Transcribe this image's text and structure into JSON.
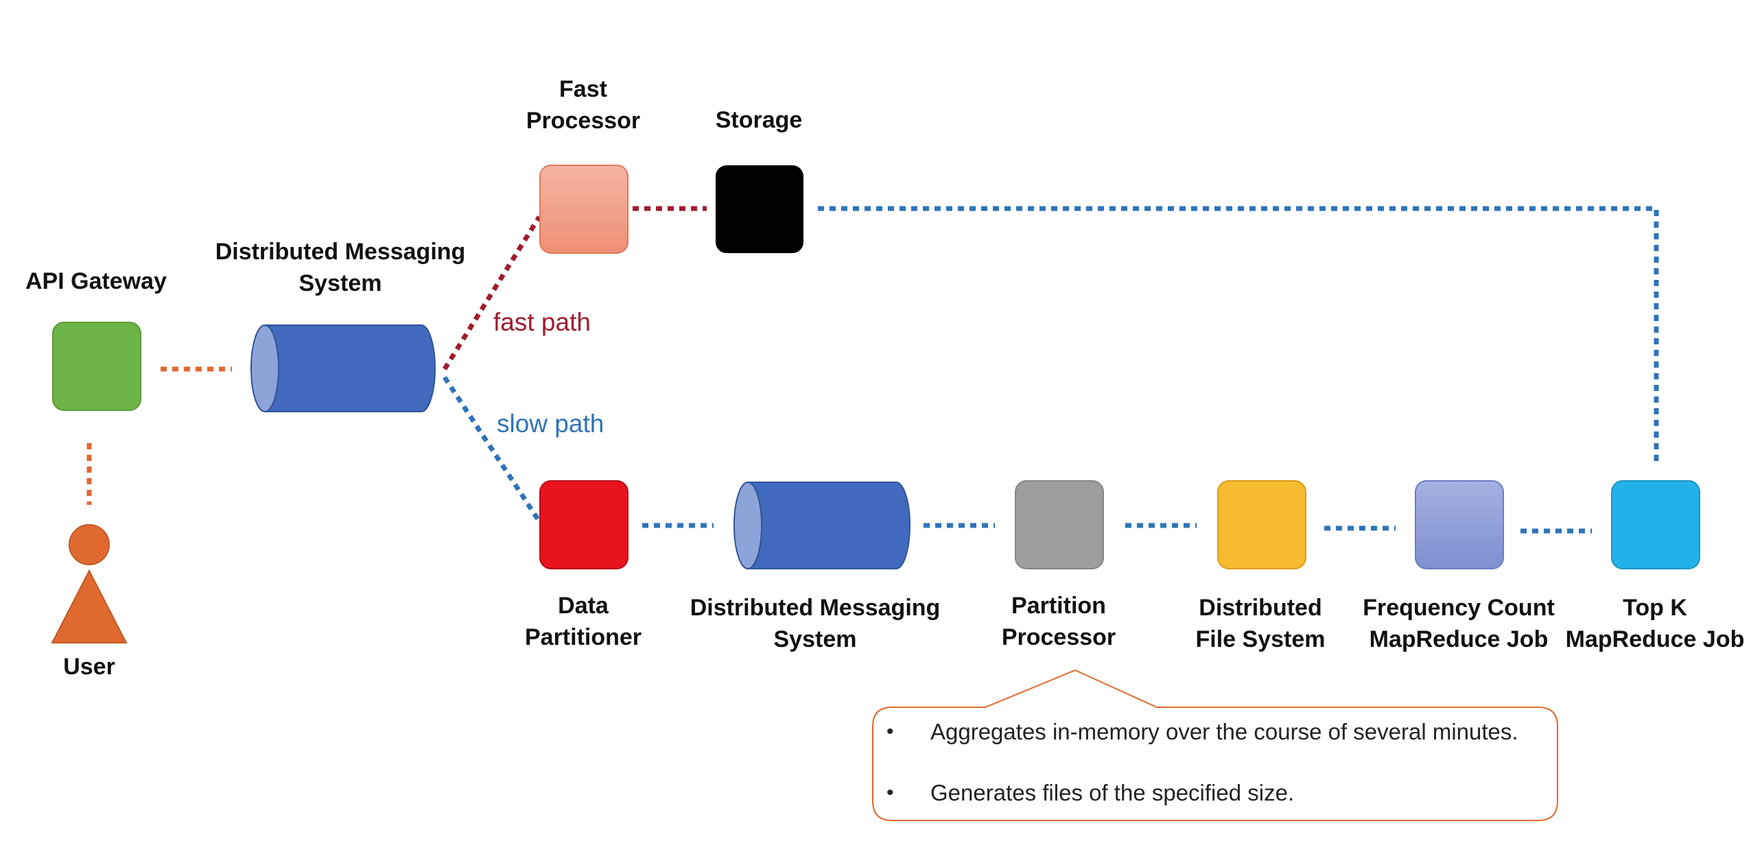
{
  "labels": {
    "api_gateway": "API Gateway",
    "user": "User",
    "dms_top_1": "Distributed Messaging",
    "dms_top_2": "System",
    "fast_processor_1": "Fast",
    "fast_processor_2": "Processor",
    "storage": "Storage",
    "data_partitioner_1": "Data",
    "data_partitioner_2": "Partitioner",
    "dms_bottom_1": "Distributed Messaging",
    "dms_bottom_2": "System",
    "partition_processor_1": "Partition",
    "partition_processor_2": "Processor",
    "dfs_1": "Distributed",
    "dfs_2": "File System",
    "freq_count_1": "Frequency Count",
    "freq_count_2": "MapReduce Job",
    "top_k_1": "Top K",
    "top_k_2": "MapReduce Job"
  },
  "paths": {
    "fast": "fast path",
    "slow": "slow path"
  },
  "callout": {
    "bullet_symbol": "•",
    "items": [
      "Aggregates in-memory over the course of several minutes.",
      "Generates files of the specified size."
    ]
  },
  "colors": {
    "api_gateway": "#6db446",
    "user": "#e0692f",
    "queue": "#4169bd",
    "queue_cap": "#8ea3d8",
    "fast_processor": "#f0937a",
    "storage": "#000000",
    "data_partitioner": "#e8131c",
    "partition_processor": "#9d9d9d",
    "dfs": "#f7bb30",
    "freq_count": "#8797d5",
    "top_k": "#22b2e9",
    "fast_path": "#a01c2e",
    "slow_path": "#2e74b8",
    "connector_orange": "#e0692f"
  }
}
